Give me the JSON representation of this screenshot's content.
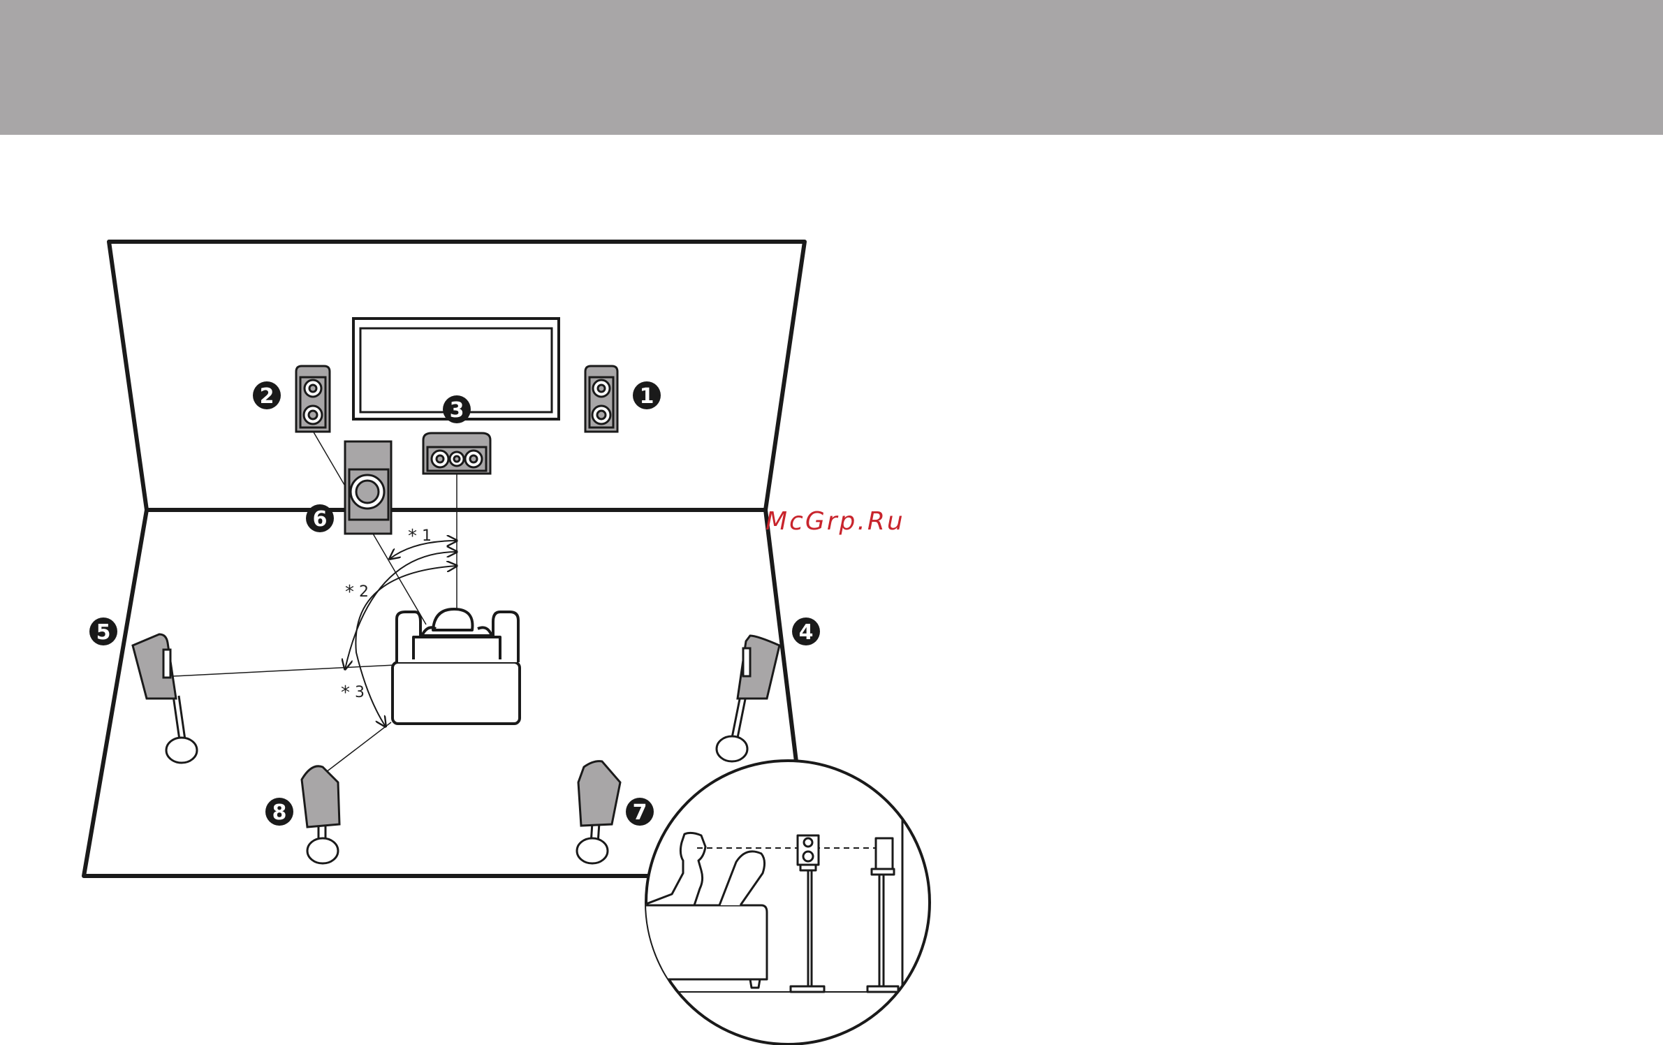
{
  "header": {
    "band_color": "#a8a6a7"
  },
  "watermark": {
    "text": "McGrp.Ru",
    "color": "#c8242c"
  },
  "speakers": [
    {
      "number": "1",
      "icon": "bookshelf-speaker-icon"
    },
    {
      "number": "2",
      "icon": "bookshelf-speaker-icon"
    },
    {
      "number": "3",
      "icon": "center-speaker-icon"
    },
    {
      "number": "4",
      "icon": "surround-speaker-icon"
    },
    {
      "number": "5",
      "icon": "surround-speaker-icon"
    },
    {
      "number": "6",
      "icon": "subwoofer-icon"
    },
    {
      "number": "7",
      "icon": "surround-back-speaker-icon"
    },
    {
      "number": "8",
      "icon": "surround-back-speaker-icon"
    }
  ],
  "angle_notes": [
    {
      "mark": "*",
      "num": "1"
    },
    {
      "mark": "*",
      "num": "2"
    },
    {
      "mark": "*",
      "num": "3"
    }
  ],
  "colors": {
    "speaker_fill": "#a8a6a7",
    "line": "#1a1a1a",
    "badge": "#1a1a1a"
  }
}
